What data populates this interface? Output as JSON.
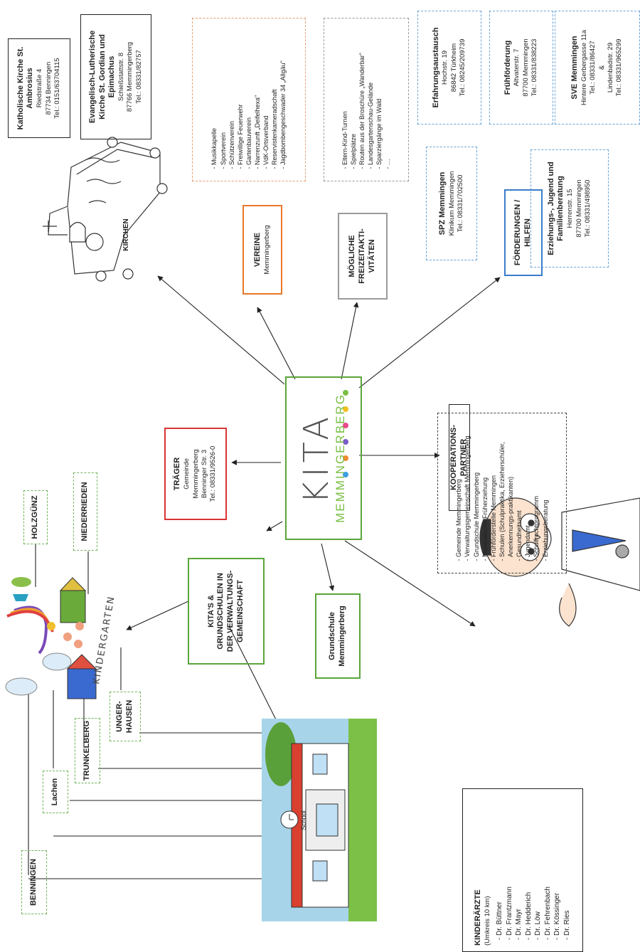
{
  "center": {
    "name": "KITA",
    "subtitle": "MEMMINGERBERG"
  },
  "kirchen": {
    "label": "KIRCHEN"
  },
  "church1": {
    "title": "Katholische Kirche St. Ambrosius",
    "lines": [
      "Riedstraße 4",
      "87734 Benningen",
      "Tel.: 0151/63704115"
    ]
  },
  "church2": {
    "title": "Evangelisch-Lutherische Kirche St. Gordian und Epimachus",
    "lines": [
      "Schießstattstr. 8",
      "87766 Memmingerberg",
      "Tel.: 08331/82757"
    ]
  },
  "vereine": {
    "title": "VEREINE",
    "subtitle": "Memmingerberg",
    "items": [
      "Musikkapelle",
      "Sportverein",
      "Schützenverein",
      "Freiwillige Feuerwehr",
      "Gartenbauverein",
      "Narrenzunft „Deifelhexa\"",
      "VdK-Ortsverband",
      "Reservistenkameradschaft",
      "Jagdbombengeschwader 34 „Allgäu\""
    ]
  },
  "freizeit": {
    "title": "MÖGLICHE FREIZEITAKTI-VITÄTEN",
    "items": [
      "Eltern-Kind-Turnen",
      "Spielplätze",
      "Routen aus der Broschüre „Wanderbar\"",
      "Landesgartenschau-Gelände",
      "Sparziergänge im Wald",
      "…"
    ]
  },
  "foerderungen": {
    "title": "FÖRDERUNGEN / HILFEN"
  },
  "spz": {
    "title": "SPZ Memmingen",
    "lines": [
      "Klinikum Memmingen",
      "Tel.: 08331/702500"
    ]
  },
  "erfahrung": {
    "title": "Erfahrungsaustausch",
    "lines": [
      "Hochstr. 19",
      "86842 Türkheim",
      "Tel.: 08245/209739"
    ]
  },
  "fruehfoerderung": {
    "title": "Frühförderung",
    "lines": [
      "Altvaterstr. 7",
      "87700 Memmingen",
      "Tel.: 08331/838223"
    ]
  },
  "sve": {
    "title": "SVE Memmingen",
    "lines": [
      "Hintere Gerbergasse 11a",
      "Tel.: 08331/86427",
      "&",
      "Lindenbadstr. 29",
      "Tel.: 08331/965299"
    ]
  },
  "erziehung": {
    "title": "Erziehungs-, Jugend und Familienberatung",
    "lines": [
      "Herrenstr. 15",
      "87700 Memmingen",
      "Tel.: 08331/498950"
    ]
  },
  "traeger": {
    "title": "TRÄGER",
    "lines": [
      "Gemeinde Memmingerberg",
      "Benninger Str. 3",
      "Tel.: 08331/9526-0"
    ]
  },
  "kooperation": {
    "title": "KOOPERATIONS-PARTNER",
    "items": [
      "Gemeinde Memmingerberg",
      "Verwaltungsgemeinschaft Memmingerberg",
      "Grundschule Memmingerberg",
      "Musikalische Früherziehung",
      "Frühförderstelle Memmingen",
      "Schulen (Schulpraktika, Erzieherschüler, Anerkennungs-praktikanten)",
      "Gesundheitsamt",
      "Jugendamt",
      "Schulfruchtprogramm",
      "Erziehungsberatung"
    ]
  },
  "kitas": {
    "title": "KITA'S & GRUNDSCHULEN IN DER VERWALTUNGS-GEMEINSCHAFT"
  },
  "grundschule": {
    "title": "Grundschule Memmingerberg"
  },
  "kindergarten": {
    "label": "KINDERGARTEN"
  },
  "school": {
    "label": "School"
  },
  "villages": [
    "HOLZGÜNZ",
    "NIEDERRIEDEN",
    "UNGER-HAUSEN",
    "TRUNKELBERG",
    "Lachen",
    "BENNINGEN"
  ],
  "kinderaerzte": {
    "title": "KINDERÄRZTE",
    "subtitle": "(Umkreis 10 km)",
    "items": [
      "Dr. Büttner",
      "Dr. Frantzmann",
      "Dr. Mayr",
      "Dr. Hedderich",
      "Dr. Löw",
      "Dr. Fehrenbach",
      "Dr. Kössinger",
      "Dr. Ries"
    ]
  },
  "colors": {
    "green": "#5aa53a",
    "orange": "#e8792a",
    "blue": "#3a7dc9",
    "red": "#d93434",
    "grey": "#9a9a9a"
  }
}
